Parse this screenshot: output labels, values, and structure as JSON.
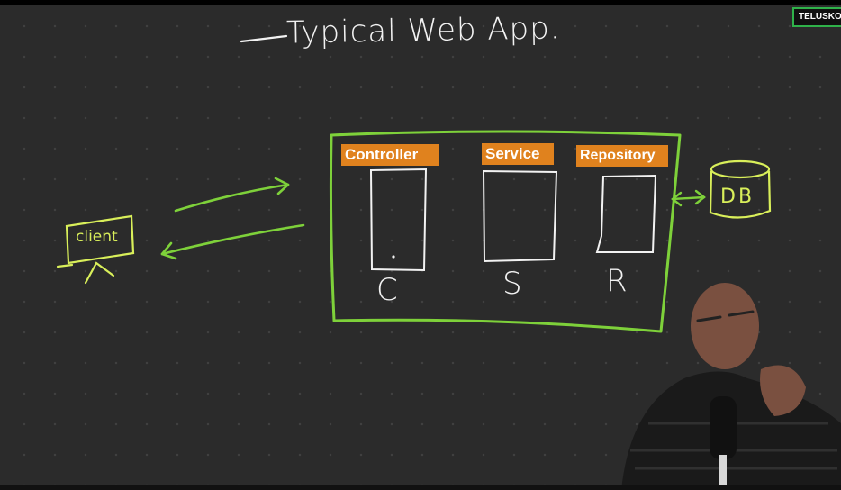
{
  "title": "Typical Web App.",
  "logo_text": "TELUSKO",
  "layers": {
    "controller": "Controller",
    "service": "Service",
    "repository": "Repository"
  },
  "letters": {
    "c": "C",
    "s": "S",
    "r": "R"
  },
  "client_label": "client",
  "db_label": "DB",
  "colors": {
    "board": "#2b2b2b",
    "chalk_green": "#7ed13a",
    "chalk_yellow": "#d9ef5a",
    "label_orange": "#e0821e",
    "logo_border": "#2fb24a"
  }
}
